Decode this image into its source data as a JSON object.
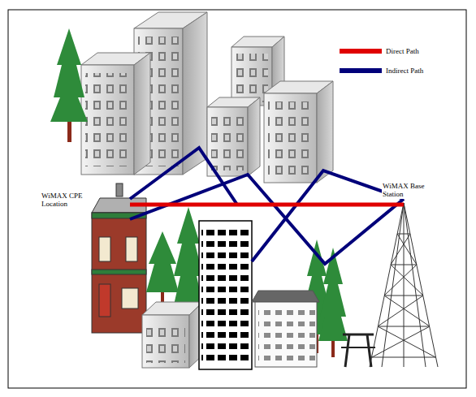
{
  "diagram": {
    "labels": [
      "WiMAX CPE Location",
      "WiMAX Base Station"
    ],
    "legend": [
      {
        "text": "Direct Path"
      },
      {
        "text": "Indirect Path"
      }
    ]
  }
}
